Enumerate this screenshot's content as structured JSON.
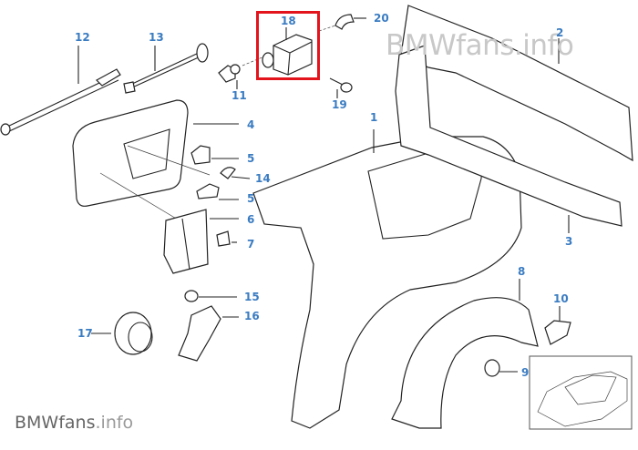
{
  "watermark_top": "BMWfans.info",
  "watermark_bottom": {
    "brand": "BMWfans",
    "suffix": ".info"
  },
  "highlight_color": "#e3141c",
  "label_color": "#3a7cc2",
  "callouts": [
    {
      "id": "1",
      "part": "side-panel"
    },
    {
      "id": "2",
      "part": "rear-upper-frame"
    },
    {
      "id": "3",
      "part": "rear-panel-support"
    },
    {
      "id": "4",
      "part": "fuel-filler-flap"
    },
    {
      "id": "5",
      "part": "rubber-buffer-upper"
    },
    {
      "id": "5",
      "part": "rubber-buffer-lower"
    },
    {
      "id": "6",
      "part": "flap-hinge"
    },
    {
      "id": "7",
      "part": "clip"
    },
    {
      "id": "8",
      "part": "wheel-arch-liner"
    },
    {
      "id": "9",
      "part": "screw"
    },
    {
      "id": "10",
      "part": "expanding-rivet"
    },
    {
      "id": "11",
      "part": "grommet"
    },
    {
      "id": "12",
      "part": "rod"
    },
    {
      "id": "13",
      "part": "cable"
    },
    {
      "id": "14",
      "part": "stop"
    },
    {
      "id": "15",
      "part": "nut"
    },
    {
      "id": "16",
      "part": "bracket"
    },
    {
      "id": "17",
      "part": "sleeve"
    },
    {
      "id": "18",
      "part": "actuator"
    },
    {
      "id": "19",
      "part": "screw-small"
    },
    {
      "id": "20",
      "part": "holder"
    }
  ]
}
